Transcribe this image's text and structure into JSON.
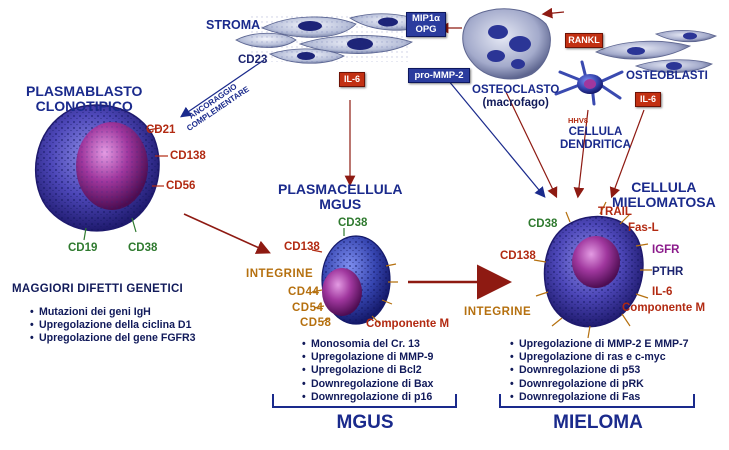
{
  "labels": {
    "stroma": "STROMA",
    "plasmablast_title": [
      "PLASMABLASTO",
      "CLONOTIPICO"
    ],
    "plasmacell_title": [
      "PLASMACELLULA",
      "MGUS"
    ],
    "myeloma_cell_title": [
      "CELLULA",
      "MIELOMATOSA"
    ],
    "osteoclast": [
      "OSTEOCLASTO",
      "(macrofago)"
    ],
    "osteoblasts": "OSTEOBLASTI",
    "dendritic": [
      "CELLULA",
      "DENDRITICA"
    ],
    "hhv8": "HHV8",
    "defects_title": "MAGGIORI DIFETTI GENETICI",
    "mgus": "MGUS",
    "mieloma": "MIELOMA"
  },
  "factors": {
    "mip1_opg": [
      "MIP1α",
      "OPG"
    ],
    "rankl": "RANKL",
    "pro_mmp2": "pro-MMP-2",
    "il6_left": "IL-6",
    "il6_right": "IL-6",
    "cd23": "CD23",
    "ancoraggio": [
      "ANCORAGGIO",
      "COMPLEMENTARE"
    ]
  },
  "plasmablast_markers": {
    "cd21": "CD21",
    "cd138": "CD138",
    "cd56": "CD56",
    "cd19": "CD19",
    "cd38": "CD38"
  },
  "mgus_markers": {
    "cd38": "CD38",
    "cd138": "CD138",
    "integrine": "INTEGRINE",
    "cd44": "CD44",
    "cd54": "CD54",
    "cd58": "CD58",
    "componente_m": "Componente M"
  },
  "myeloma_markers": {
    "cd38": "CD38",
    "trail": "TRAIL",
    "fasl": "Fas-L",
    "cd138": "CD138",
    "igfr": "IGFR",
    "pthr": "PTHR",
    "il6": "IL-6",
    "componente_m": "Componente M",
    "integrine": "INTEGRINE"
  },
  "lists": {
    "genetic_defects": [
      "Mutazioni dei geni IgH",
      "Upregolazione della ciclina D1",
      "Upregolazione del gene FGFR3"
    ],
    "mgus_changes": [
      "Monosomia del Cr. 13",
      "Upregolazione di MMP-9",
      "Upregolazione di Bcl2",
      "Downregolazione di Bax",
      "Downregolazione di p16"
    ],
    "myeloma_changes": [
      "Upregolazione di MMP-2 E MMP-7",
      "Upregolazione di ras e c-myc",
      "Downregolazione di p53",
      "Downregolazione di pRK",
      "Downregolazione di Fas"
    ]
  },
  "colors": {
    "title_navy": "#1a2a8c",
    "marker_red": "#b22a12",
    "marker_green": "#2f7a2f",
    "marker_purple": "#8b1a8b",
    "marker_gold": "#b5700f",
    "factor_box_navy": "#2b3c9e",
    "factor_box_red": "#c23012",
    "arrow_red": "#8e1a12",
    "arrow_navy": "#1a2a8c"
  }
}
